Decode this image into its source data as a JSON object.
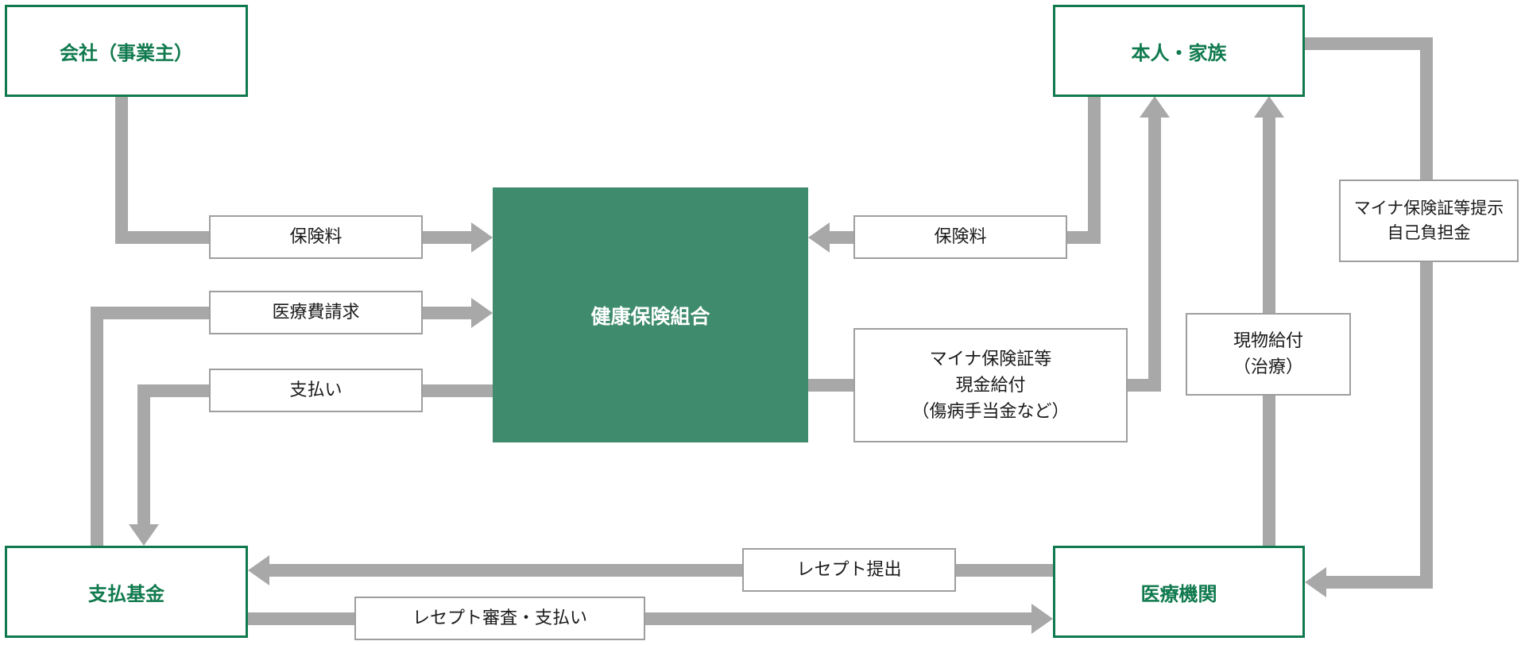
{
  "colors": {
    "green": "#107a4e",
    "green_fill": "#3e8b6d",
    "arrow": "#a8a8a8",
    "label_border": "#9e9e9e"
  },
  "nodes": {
    "company": {
      "label": "会社（事業主）"
    },
    "member": {
      "label": "本人・家族"
    },
    "kenpo": {
      "label": "健康保険組合"
    },
    "fund": {
      "label": "支払基金"
    },
    "hospital": {
      "label": "医療機関"
    }
  },
  "flows": {
    "premium_company": {
      "label": "保険料"
    },
    "medical_claim": {
      "label": "医療費請求"
    },
    "payment": {
      "label": "支払い"
    },
    "premium_member": {
      "label": "保険料"
    },
    "myna_cash": {
      "line1": "マイナ保険証等",
      "line2": "現金給付",
      "line3": "（傷病手当金など）"
    },
    "myna_copay": {
      "line1": "マイナ保険証等提示",
      "line2": "自己負担金"
    },
    "benefit_in_kind": {
      "line1": "現物給付",
      "line2": "（治療）"
    },
    "receipt_submit": {
      "label": "レセプト提出"
    },
    "receipt_review": {
      "label": "レセプト審査・支払い"
    }
  }
}
